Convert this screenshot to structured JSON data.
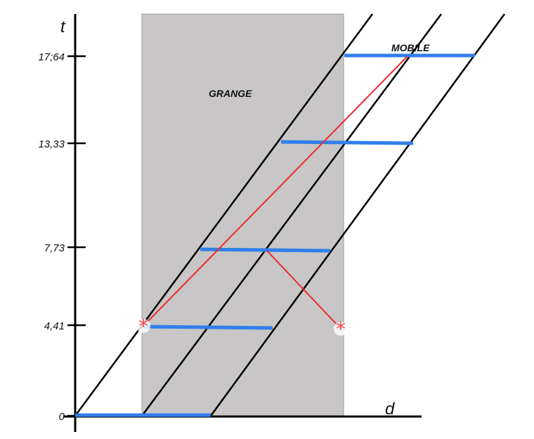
{
  "axes": {
    "y_label": "t",
    "x_label": "d"
  },
  "ticks": [
    {
      "label": "17;64",
      "value": 17.64
    },
    {
      "label": "13,33",
      "value": 13.33
    },
    {
      "label": "7,73",
      "value": 7.73
    },
    {
      "label": "4,41",
      "value": 4.41
    },
    {
      "label": "0",
      "value": 0
    }
  ],
  "zones": {
    "grange": "GRANGE",
    "mobile": "MOBILE"
  },
  "colors": {
    "grange_fill": "#c8c6c7",
    "blue": "#2f7fea",
    "red": "#ee2a2a",
    "axis": "#000000"
  }
}
